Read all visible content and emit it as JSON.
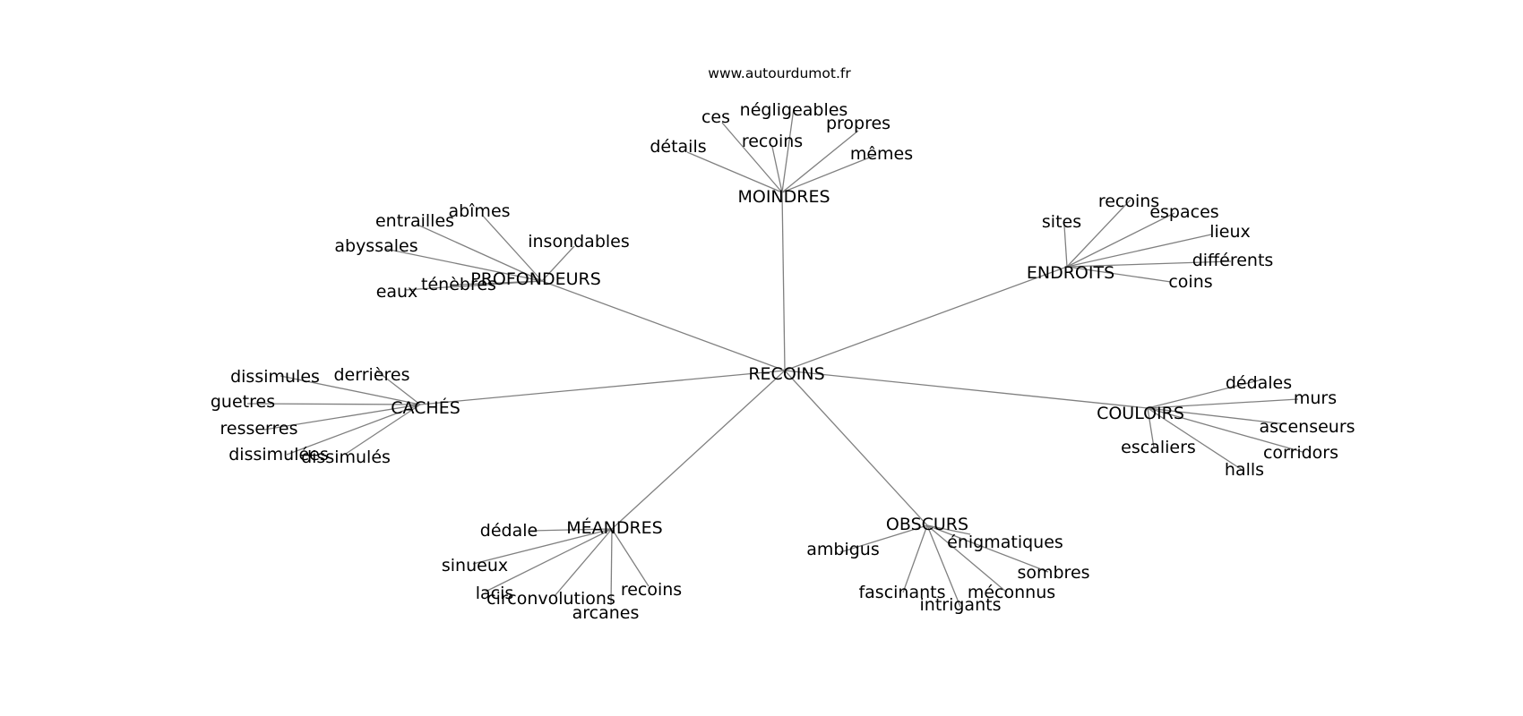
{
  "site": "www.autourdumot.fr",
  "graph": {
    "root": "RECOINS",
    "groups": [
      {
        "label": "MOINDRES",
        "words": [
          "ces",
          "négligeables",
          "propres",
          "détails",
          "recoins",
          "mêmes"
        ]
      },
      {
        "label": "PROFONDEURS",
        "words": [
          "entrailles",
          "abîmes",
          "insondables",
          "abyssales",
          "eaux",
          "ténèbres"
        ]
      },
      {
        "label": "ENDROITS",
        "words": [
          "sites",
          "recoins",
          "espaces",
          "lieux",
          "différents",
          "coins"
        ]
      },
      {
        "label": "CACHÉS",
        "words": [
          "dissimules",
          "derrières",
          "guetres",
          "resserres",
          "dissimulées",
          "dissimulés"
        ]
      },
      {
        "label": "COULOIRS",
        "words": [
          "dédales",
          "murs",
          "ascenseurs",
          "corridors",
          "escaliers",
          "halls"
        ]
      },
      {
        "label": "MÉANDRES",
        "words": [
          "dédale",
          "sinueux",
          "lacis",
          "circonvolutions",
          "arcanes",
          "recoins"
        ]
      },
      {
        "label": "OBSCURS",
        "words": [
          "ambigus",
          "énigmatiques",
          "sombres",
          "fascinants",
          "intrigants",
          "méconnus"
        ]
      }
    ]
  }
}
